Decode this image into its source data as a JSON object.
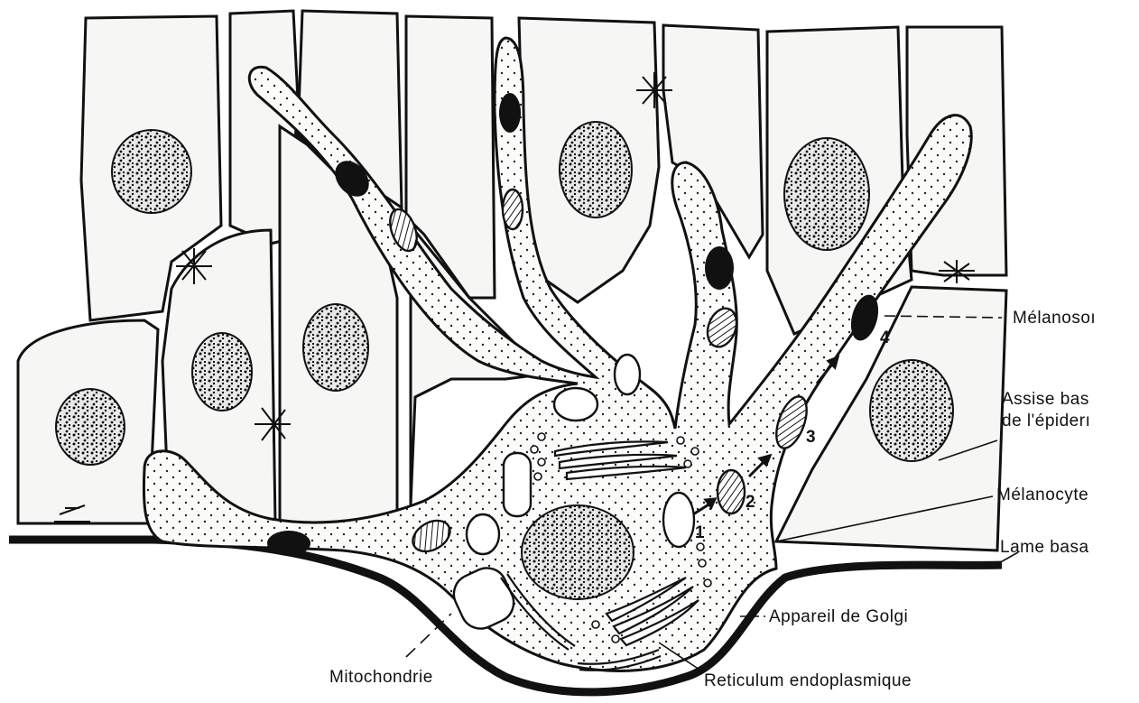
{
  "labels": {
    "melanosome": "Mélanosoı",
    "assise_line1": "Assise bas",
    "assise_line2": "de l'épiderı",
    "melanocyte": "Mélanocyte",
    "lame": "Lame basa",
    "golgi": "Appareil de Golgi",
    "mitochondrie": "Mitochondrie",
    "reticulum": "Reticulum endoplasmique"
  },
  "stage_numbers": [
    "1",
    "2",
    "3",
    "4"
  ]
}
